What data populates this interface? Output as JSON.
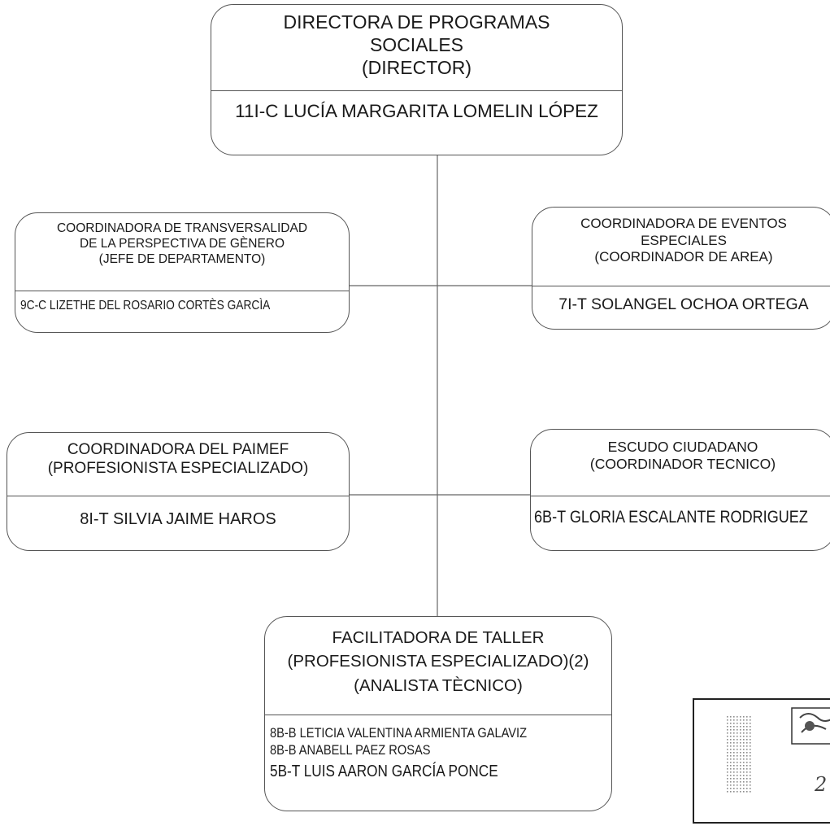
{
  "director": {
    "title_lines": [
      "DIRECTORA DE PROGRAMAS",
      "SOCIALES",
      "(DIRECTOR)"
    ],
    "name": "11I-C LUCÍA MARGARITA LOMELIN LÓPEZ"
  },
  "gender_coordinator": {
    "title_lines": [
      "COORDINADORA DE TRANSVERSALIDAD",
      "DE LA PERSPECTIVA DE GÈNERO",
      "(JEFE DE DEPARTAMENTO)"
    ],
    "name": "9C-C LIZETHE DEL ROSARIO CORTÈS GARCÌA"
  },
  "events_coordinator": {
    "title_lines": [
      "COORDINADORA DE EVENTOS",
      "ESPECIALES",
      "(COORDINADOR DE AREA)"
    ],
    "name": "7I-T SOLANGEL OCHOA ORTEGA"
  },
  "paimef_coordinator": {
    "title_lines": [
      "COORDINADORA DEL PAIMEF",
      "(PROFESIONISTA ESPECIALIZADO)"
    ],
    "name": "8I-T SILVIA JAIME HAROS"
  },
  "escudo": {
    "title_lines": [
      "ESCUDO CIUDADANO",
      "(COORDINADOR TECNICO)"
    ],
    "name": "6B-T GLORIA ESCALANTE RODRIGUEZ"
  },
  "workshop": {
    "title_lines": [
      "FACILITADORA DE TALLER",
      "(PROFESIONISTA ESPECIALIZADO)(2)",
      "(ANALISTA TÈCNICO)"
    ],
    "names": [
      "8B-B LETICIA  VALENTINA  ARMIENTA GALAVIZ",
      "8B-B ANABELL PAEZ ROSAS",
      "5B-T LUIS AARON GARCÍA PONCE"
    ]
  },
  "stamp": {
    "digit": "2"
  }
}
